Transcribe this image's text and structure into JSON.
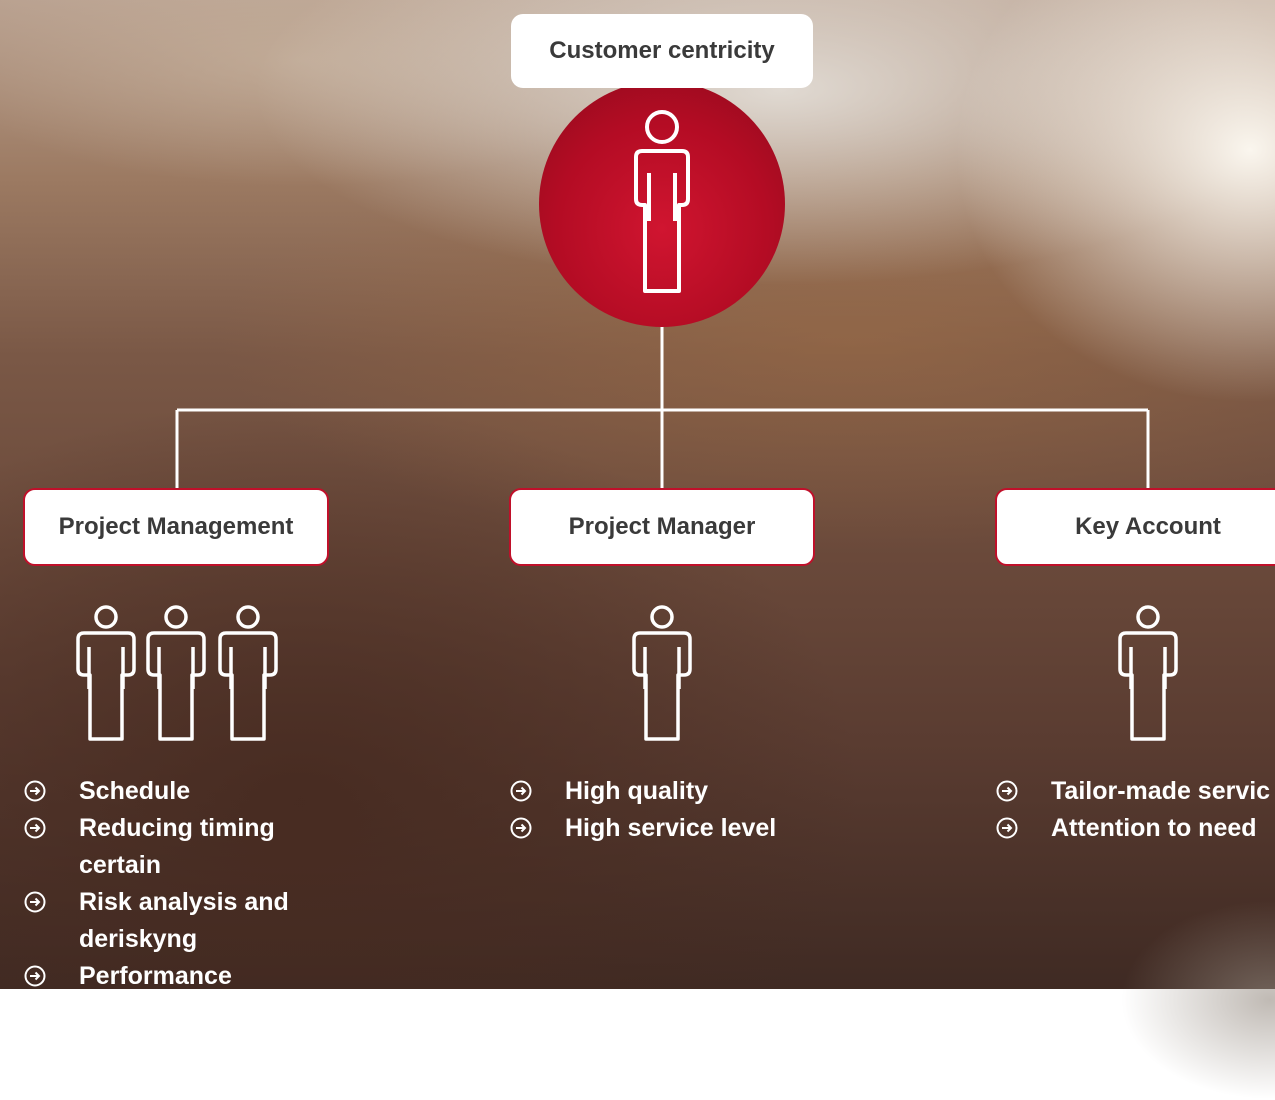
{
  "top": {
    "title": "Customer centricity",
    "icon": "person-icon"
  },
  "columns": [
    {
      "title": "Project Management",
      "people_count": 3,
      "items": [
        "Schedule",
        "Reducing timing certain",
        "Risk analysis and deriskyng",
        "Performance"
      ]
    },
    {
      "title": "Project Manager",
      "people_count": 1,
      "items": [
        "High quality",
        "High service level"
      ]
    },
    {
      "title": "Key Account",
      "people_count": 1,
      "items": [
        "Tailor-made servic",
        "Attention to need"
      ]
    }
  ],
  "colors": {
    "accent": "#c0102a",
    "connector": "#ffffff",
    "box_text": "#3a3a3a"
  },
  "bullet_icon": "circle-arrow-right-icon"
}
